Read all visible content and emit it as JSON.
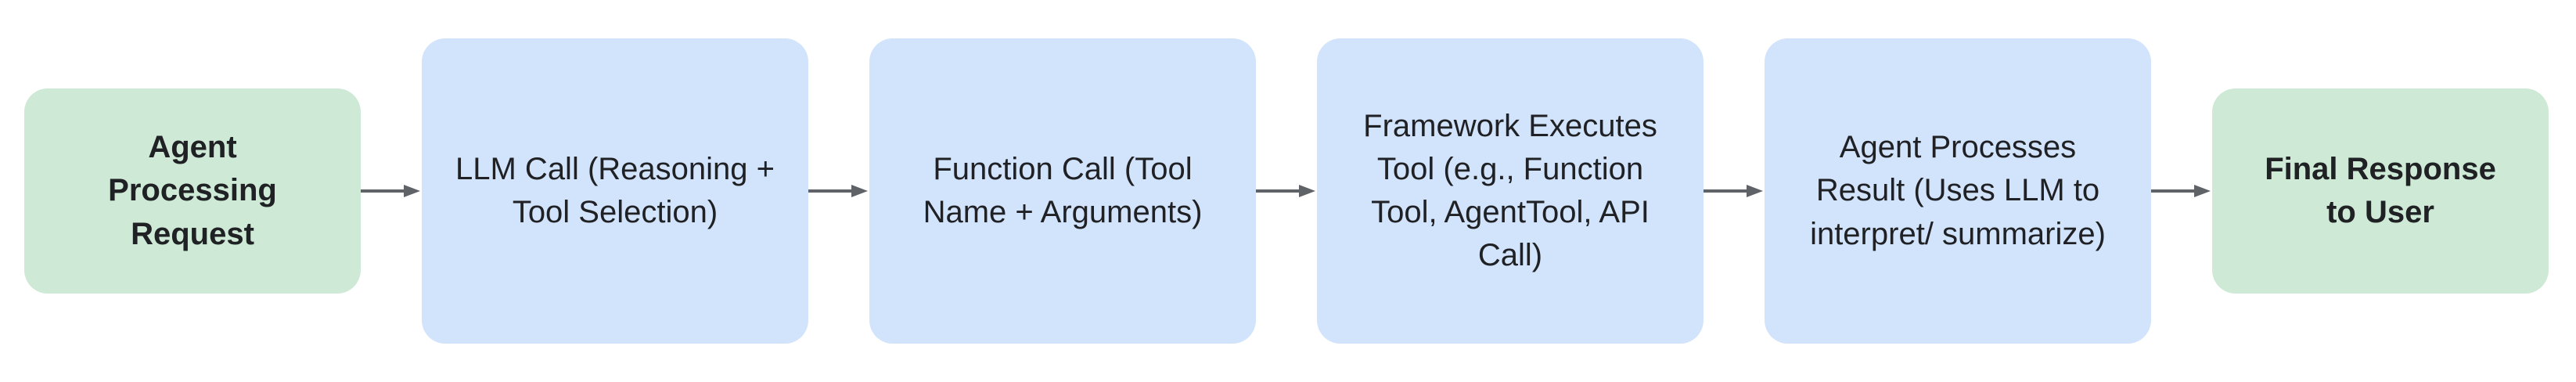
{
  "diagram": {
    "type": "flowchart",
    "direction": "left-to-right",
    "colors": {
      "terminal_fill": "#CEEAD6",
      "process_fill": "#D2E3FC",
      "text": "#202124",
      "arrow": "#5F6368",
      "background": "#FFFFFF"
    },
    "nodes": [
      {
        "id": "agent-processing-request",
        "type": "terminal",
        "bold": true,
        "label": "Agent Processing Request"
      },
      {
        "id": "llm-call",
        "type": "process",
        "bold": false,
        "label": "LLM Call (Reasoning + Tool Selection)"
      },
      {
        "id": "function-call",
        "type": "process",
        "bold": false,
        "label": "Function Call (Tool Name + Arguments)"
      },
      {
        "id": "framework-executes-tool",
        "type": "process",
        "bold": false,
        "label": "Framework Executes Tool (e.g., Function Tool, AgentTool, API Call)"
      },
      {
        "id": "agent-processes-result",
        "type": "process",
        "bold": false,
        "label": "Agent Processes Result (Uses LLM to interpret/ summarize)"
      },
      {
        "id": "final-response-to-user",
        "type": "terminal",
        "bold": true,
        "label": "Final Response to User"
      }
    ],
    "edges": [
      {
        "from": "agent-processing-request",
        "to": "llm-call"
      },
      {
        "from": "llm-call",
        "to": "function-call"
      },
      {
        "from": "function-call",
        "to": "framework-executes-tool"
      },
      {
        "from": "framework-executes-tool",
        "to": "agent-processes-result"
      },
      {
        "from": "agent-processes-result",
        "to": "final-response-to-user"
      }
    ]
  }
}
